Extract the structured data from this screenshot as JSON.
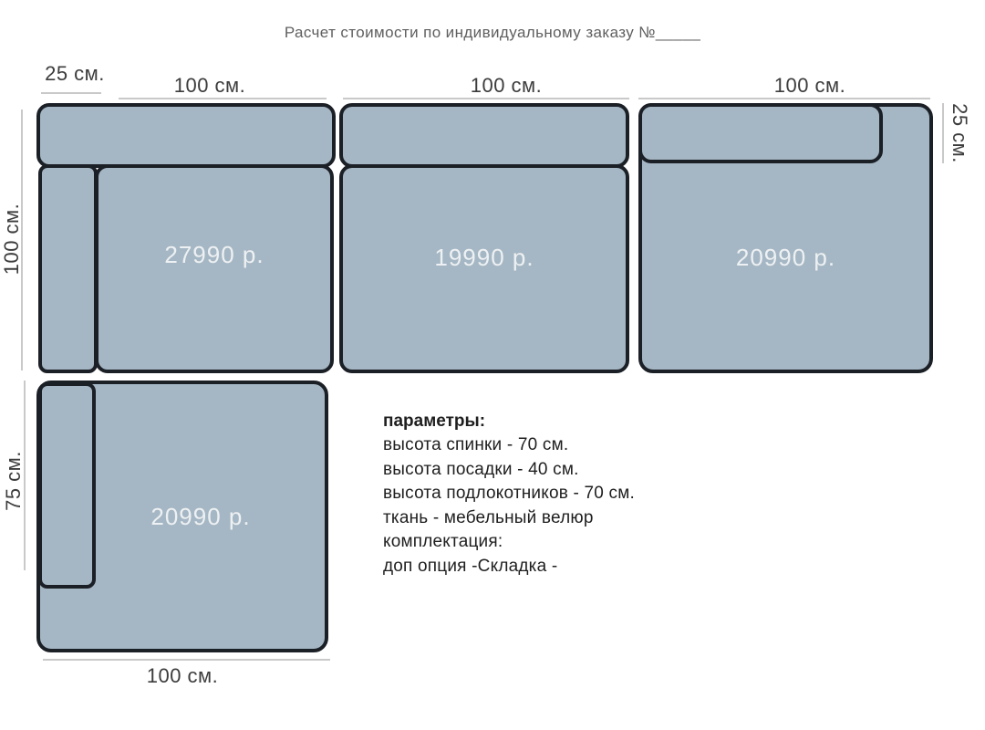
{
  "title": "Расчет стоимости по индивидуальному заказу №_____",
  "colors": {
    "module_fill": "#a5b7c4",
    "module_border": "#1b1f26",
    "price_text": "#eef1f3",
    "dim_line": "#c9c9c9",
    "dim_text": "#3c3c3c",
    "title_text": "#5f5f5f"
  },
  "dimensions": {
    "armrest_width_top": "25 см.",
    "module1_width": "100 см.",
    "module2_width": "100 см.",
    "module3_width": "100 см.",
    "left_height": "100 см.",
    "backrest_depth_right": "25 см.",
    "bottom_left_height": "75 см.",
    "bottom_width": "100 см."
  },
  "modules": {
    "top_left": {
      "price": "27990 р."
    },
    "top_middle": {
      "price": "19990 р."
    },
    "top_right": {
      "price": "20990 р."
    },
    "bottom_left": {
      "price": "20990 р."
    }
  },
  "parameters": {
    "heading": "параметры:",
    "lines": [
      "высота спинки - 70 см.",
      "высота посадки - 40 см.",
      "высота подлокотников - 70 см.",
      "ткань - мебельный велюр",
      "комплектация:",
      "доп опция -Складка -"
    ]
  }
}
